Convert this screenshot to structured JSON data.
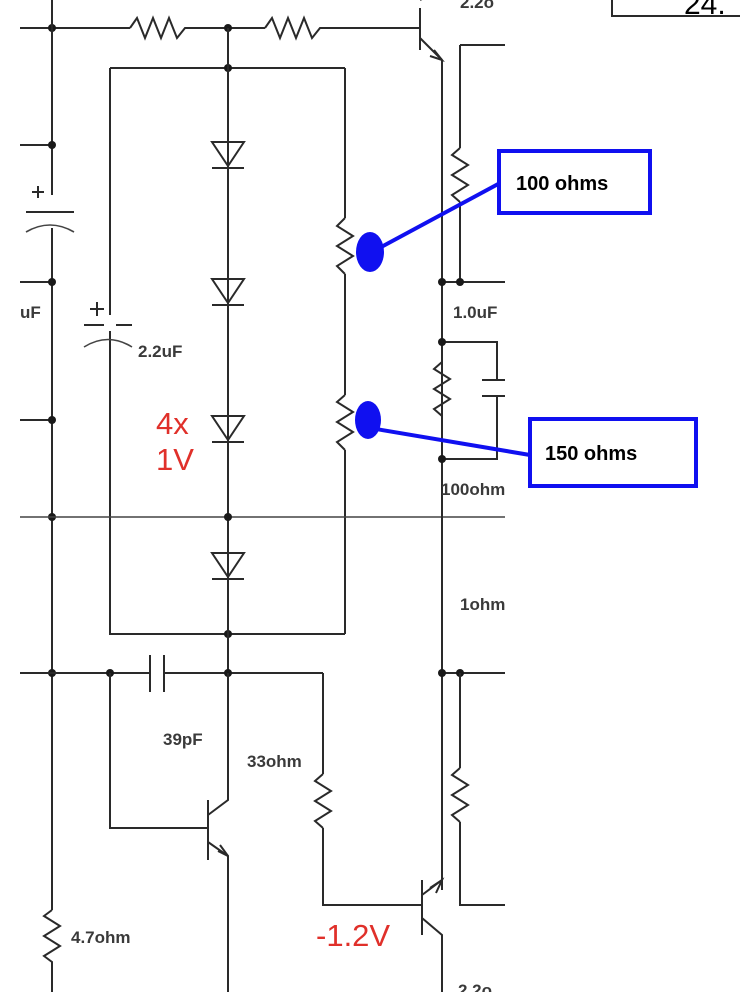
{
  "labels": {
    "cap_left": "uF",
    "cap_mid": "2.2uF",
    "diodes": "4x",
    "diodes_voltage": "1V",
    "cap_right": "1.0uF",
    "res_right": "100ohm",
    "res_one": "1ohm",
    "cap_39": "39pF",
    "res_33": "33ohm",
    "res_47": "4.7ohm",
    "voltage_neg": "-1.2V",
    "top_partial": "24.",
    "top_right_partial": "2.2o",
    "bottom_right_partial": "2.2o"
  },
  "callouts": {
    "upper": "100 ohms",
    "lower": "150 ohms"
  },
  "colors": {
    "callout": "#1010f0",
    "voltage_text": "#e0302a",
    "wire": "#2a2a2a"
  }
}
